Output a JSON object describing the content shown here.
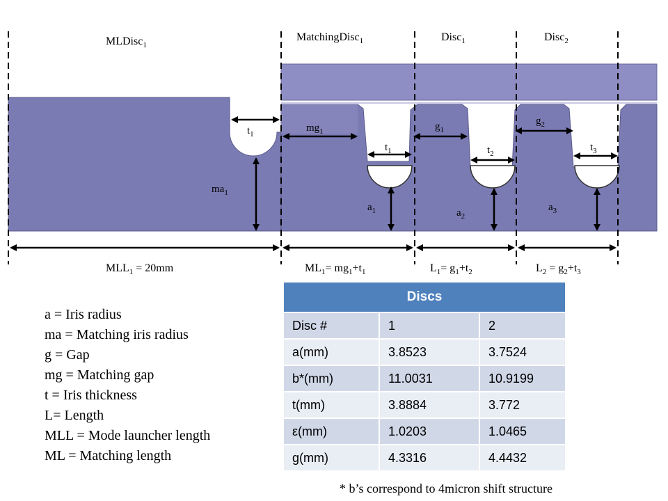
{
  "diagram": {
    "section_labels": {
      "mldisc": {
        "base": "MLDisc",
        "sub": "1"
      },
      "matching": {
        "base": "MatchingDisc",
        "sub": "1"
      },
      "disc1": {
        "base": "Disc",
        "sub": "1"
      },
      "disc2": {
        "base": "Disc",
        "sub": "2"
      }
    },
    "dimension_labels": {
      "t1_ml": {
        "base": "t",
        "sub": "1"
      },
      "mg1": {
        "base": "mg",
        "sub": "1"
      },
      "t1_match": {
        "base": "t",
        "sub": "1"
      },
      "g1": {
        "base": "g",
        "sub": "1"
      },
      "t2": {
        "base": "t",
        "sub": "2"
      },
      "g2": {
        "base": "g",
        "sub": "2"
      },
      "t3": {
        "base": "t",
        "sub": "3"
      },
      "ma1": {
        "base": "ma",
        "sub": "1"
      },
      "a1": {
        "base": "a",
        "sub": "1"
      },
      "a2": {
        "base": "a",
        "sub": "2"
      },
      "a3": {
        "base": "a",
        "sub": "3"
      }
    },
    "length_labels": {
      "mll": {
        "p1": "MLL",
        "s1": "1",
        "p2": " = 20mm"
      },
      "ml": {
        "p1": "ML",
        "s1": "1",
        "p2": "= mg",
        "s2": "1",
        "p3": "+t",
        "s3": "1"
      },
      "l1": {
        "p1": "L",
        "s1": "1",
        "p2": "= g",
        "s2": "1",
        "p3": "+t",
        "s3": "2"
      },
      "l2": {
        "p1": "L",
        "s1": "2",
        "p2": " = g",
        "s2": "2",
        "p3": "+t",
        "s3": "3"
      }
    },
    "colors": {
      "body": "#7b7bb4",
      "body_light": "#9898c8",
      "top_band": "#8e8ec4"
    }
  },
  "legend": [
    "a = Iris radius",
    "ma = Matching iris radius",
    "g = Gap",
    "mg = Matching gap",
    "t = Iris thickness",
    "L= Length",
    "MLL = Mode launcher length",
    "ML = Matching length"
  ],
  "table": {
    "title": "Discs",
    "rows": [
      [
        "Disc #",
        "1",
        "2"
      ],
      [
        "a(mm)",
        "3.8523",
        "3.7524"
      ],
      [
        "b*(mm)",
        "11.0031",
        "10.9199"
      ],
      [
        "t(mm)",
        "3.8884",
        "3.772"
      ],
      [
        "ε(mm)",
        "1.0203",
        "1.0465"
      ],
      [
        "g(mm)",
        "4.3316",
        "4.4432"
      ]
    ]
  },
  "footnote": "* b’s correspond to 4micron shift structure"
}
